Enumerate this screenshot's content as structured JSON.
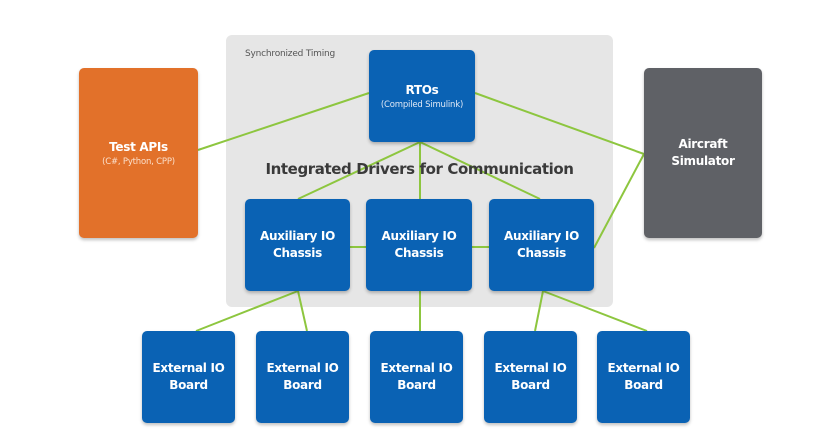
{
  "colors": {
    "node_blue": "#0a62b4",
    "test_api_orange": "#e2712a",
    "simulator_grey": "#5f6166",
    "connector_green": "#8dc63f",
    "timing_panel": "#e6e6e6"
  },
  "timing_panel": {
    "label": "Synchronized Timing"
  },
  "heading": "Integrated Drivers for Communication",
  "nodes": {
    "rtos": {
      "title": "RTOs",
      "subtitle": "(Compiled Simulink)"
    },
    "test_apis": {
      "title": "Test APIs",
      "subtitle": "(C#, Python, CPP)"
    },
    "aircraft_simulator": {
      "line1": "Aircraft",
      "line2": "Simulator"
    },
    "aux_chassis": [
      {
        "line1": "Auxiliary IO",
        "line2": "Chassis"
      },
      {
        "line1": "Auxiliary IO",
        "line2": "Chassis"
      },
      {
        "line1": "Auxiliary IO",
        "line2": "Chassis"
      }
    ],
    "external_boards": [
      {
        "line1": "External IO",
        "line2": "Board"
      },
      {
        "line1": "External IO",
        "line2": "Board"
      },
      {
        "line1": "External IO",
        "line2": "Board"
      },
      {
        "line1": "External IO",
        "line2": "Board"
      },
      {
        "line1": "External IO",
        "line2": "Board"
      }
    ]
  },
  "connections": [
    [
      "test_apis",
      "rtos"
    ],
    [
      "rtos",
      "aircraft_simulator"
    ],
    [
      "rtos",
      "aux_chassis.0"
    ],
    [
      "rtos",
      "aux_chassis.1"
    ],
    [
      "rtos",
      "aux_chassis.2"
    ],
    [
      "aux_chassis.0",
      "aux_chassis.1"
    ],
    [
      "aux_chassis.1",
      "aux_chassis.2"
    ],
    [
      "aux_chassis.2",
      "aircraft_simulator"
    ],
    [
      "aux_chassis.0",
      "external_boards.0"
    ],
    [
      "aux_chassis.0",
      "external_boards.1"
    ],
    [
      "aux_chassis.1",
      "external_boards.2"
    ],
    [
      "aux_chassis.2",
      "external_boards.3"
    ],
    [
      "aux_chassis.2",
      "external_boards.4"
    ]
  ]
}
